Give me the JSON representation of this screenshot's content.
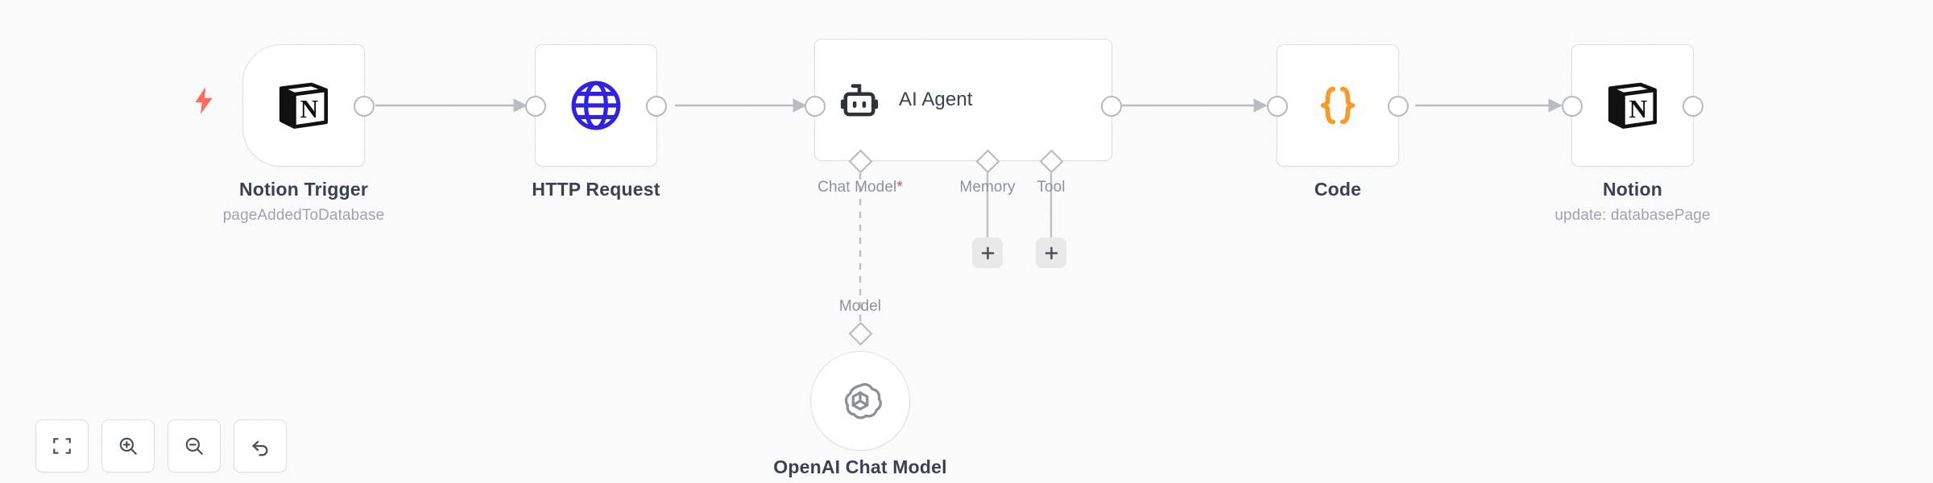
{
  "app": {
    "name": "n8n-workflow-canvas"
  },
  "nodes": [
    {
      "id": "notion-trigger",
      "name": "Notion Trigger",
      "subtitle": "pageAddedToDatabase",
      "icon": "notion-icon",
      "kind": "trigger",
      "inline_label": ""
    },
    {
      "id": "http-request",
      "name": "HTTP Request",
      "subtitle": "",
      "icon": "globe-icon",
      "kind": "action",
      "inline_label": ""
    },
    {
      "id": "ai-agent",
      "name": "",
      "subtitle": "",
      "icon": "robot-icon",
      "kind": "agent",
      "inline_label": "AI Agent"
    },
    {
      "id": "code",
      "name": "Code",
      "subtitle": "",
      "icon": "curly-braces-icon",
      "kind": "action",
      "inline_label": ""
    },
    {
      "id": "notion",
      "name": "Notion",
      "subtitle": "update: databasePage",
      "icon": "notion-icon",
      "kind": "action",
      "inline_label": ""
    }
  ],
  "agent_ports": [
    {
      "id": "chat-model",
      "label": "Chat Model",
      "required": true,
      "required_marker": "*"
    },
    {
      "id": "memory",
      "label": "Memory",
      "required": false,
      "required_marker": ""
    },
    {
      "id": "tool",
      "label": "Tool",
      "required": false,
      "required_marker": ""
    }
  ],
  "sub_nodes": [
    {
      "id": "openai-chat-model",
      "name": "OpenAI Chat Model",
      "port_label": "Model",
      "icon": "openai-icon"
    }
  ],
  "add_buttons": [
    {
      "id": "add-memory",
      "label": "+",
      "for_port": "memory"
    },
    {
      "id": "add-tool",
      "label": "+",
      "for_port": "tool"
    }
  ],
  "toolbar": [
    {
      "id": "fit-view",
      "icon": "fit-to-view-icon",
      "label": ""
    },
    {
      "id": "zoom-in",
      "icon": "zoom-in-icon",
      "label": ""
    },
    {
      "id": "zoom-out",
      "icon": "zoom-out-icon",
      "label": ""
    },
    {
      "id": "reset-zoom",
      "icon": "undo-arrow-icon",
      "label": ""
    }
  ],
  "colors": {
    "canvas_bg": "#fbfbfb",
    "node_border": "#dcdfe3",
    "edge": "#b9bcc1",
    "title_text": "#3b4151",
    "subtitle_text": "#9fa3ad",
    "trigger_bolt": "#ff6d5a",
    "globe_blue": "#3122e0",
    "code_orange": "#f89a2b",
    "openai_grey": "#8d9096",
    "required_red": "#ef3b5b",
    "plus_bg": "#e9e9ea"
  }
}
